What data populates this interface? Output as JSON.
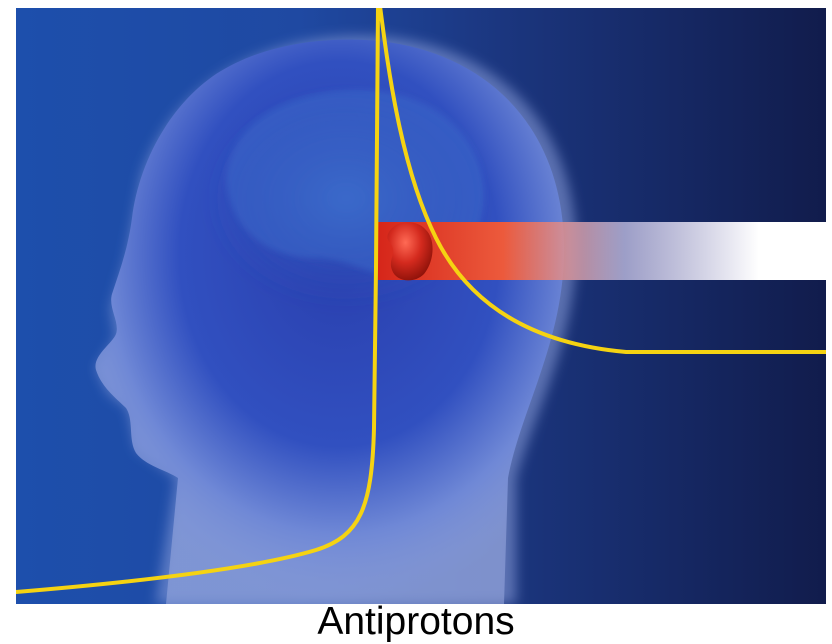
{
  "caption": "Antiprotons",
  "colors": {
    "background_left": "#1d4da8",
    "background_right": "#121f52",
    "head": "#2c46b6",
    "beam": "#ffffff",
    "tumor": "#c81e14",
    "dose_curve": "#f5d312"
  },
  "icons": {
    "head": "head-silhouette",
    "tumor": "tumor-shape"
  }
}
